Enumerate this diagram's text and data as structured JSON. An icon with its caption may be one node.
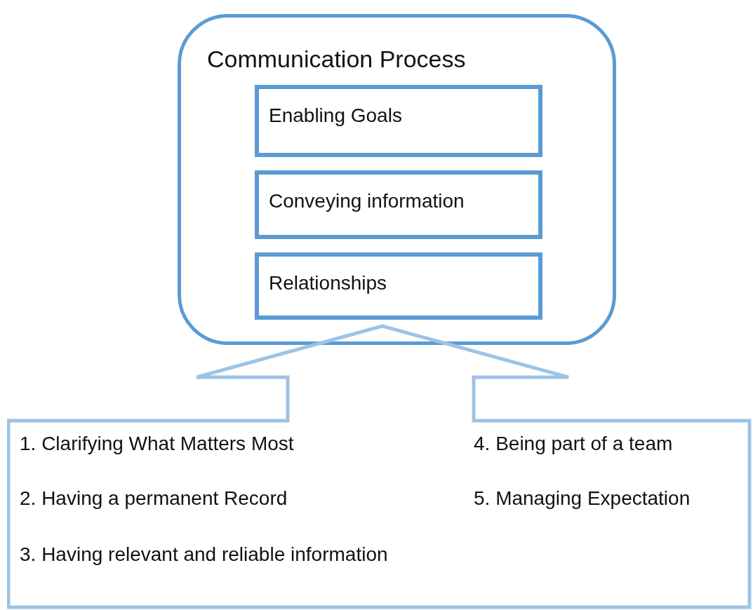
{
  "diagram": {
    "nodes": [
      {
        "text": [
          "Communication Process"
        ]
      },
      {
        "text": [
          "Enabling Goals"
        ],
        "in": 0
      },
      {
        "text": [
          "Conveying information"
        ],
        "in": 0
      },
      {
        "text": [
          "Relationships"
        ],
        "in": 0
      },
      {
        "text": [
          "1. Clarifying What Matters Most",
          "2. Having a permanent Record",
          "3. Having relevant and reliable information",
          "4. Being part of a team",
          "5. Managing Expectation"
        ]
      }
    ]
  }
}
